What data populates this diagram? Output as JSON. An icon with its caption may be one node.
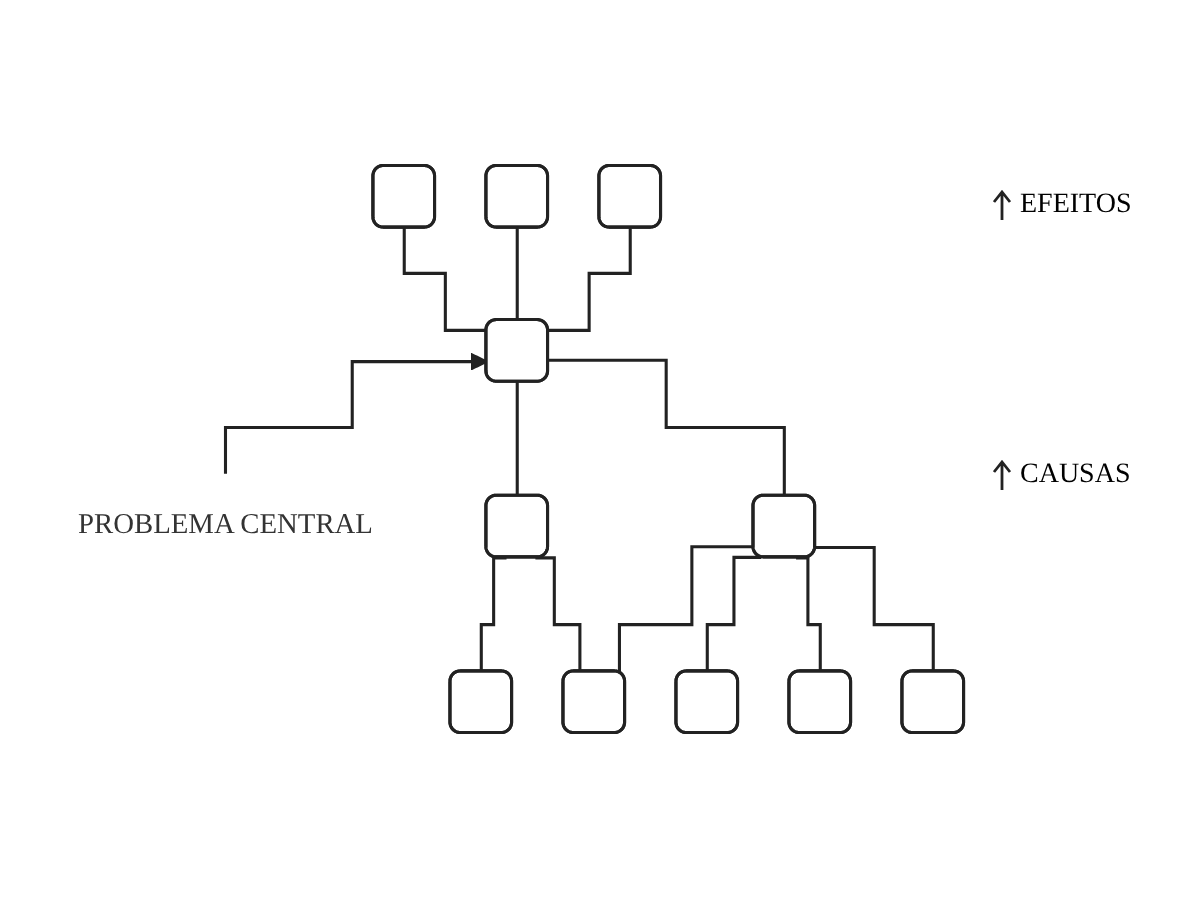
{
  "diagram": {
    "nodes": [
      {
        "text": [],
        "shape": "box"
      },
      {
        "text": [],
        "shape": "box"
      },
      {
        "text": [],
        "shape": "box"
      },
      {
        "text": [
          "PROBLEMA CENTRAL"
        ]
      },
      {
        "text": [],
        "shape": "box"
      },
      {
        "text": [],
        "shape": "box"
      },
      {
        "text": [],
        "shape": "box"
      },
      {
        "text": [],
        "shape": "box"
      },
      {
        "text": [],
        "shape": "box"
      },
      {
        "text": [],
        "shape": "box"
      },
      {
        "text": [],
        "shape": "box"
      },
      {
        "text": [],
        "shape": "box"
      }
    ],
    "edges": [
      {
        "from": 4,
        "to": 0,
        "arrow": "none"
      },
      {
        "from": 4,
        "to": 1,
        "arrow": "none"
      },
      {
        "from": 4,
        "to": 2,
        "arrow": "none"
      },
      {
        "from": 3,
        "to": 4,
        "arrow": "to"
      },
      {
        "from": 5,
        "to": 4,
        "arrow": "none"
      },
      {
        "from": 6,
        "to": 4,
        "arrow": "none"
      },
      {
        "from": 7,
        "to": 5,
        "arrow": "none"
      },
      {
        "from": 8,
        "to": 5,
        "arrow": "none"
      },
      {
        "from": 8,
        "to": 6,
        "arrow": "none"
      },
      {
        "from": 9,
        "to": 6,
        "arrow": "none"
      },
      {
        "from": 10,
        "to": 6,
        "arrow": "none"
      },
      {
        "from": 11,
        "to": 6,
        "arrow": "none"
      }
    ],
    "labels": [
      "EFEITOS",
      "CAUSAS"
    ]
  }
}
